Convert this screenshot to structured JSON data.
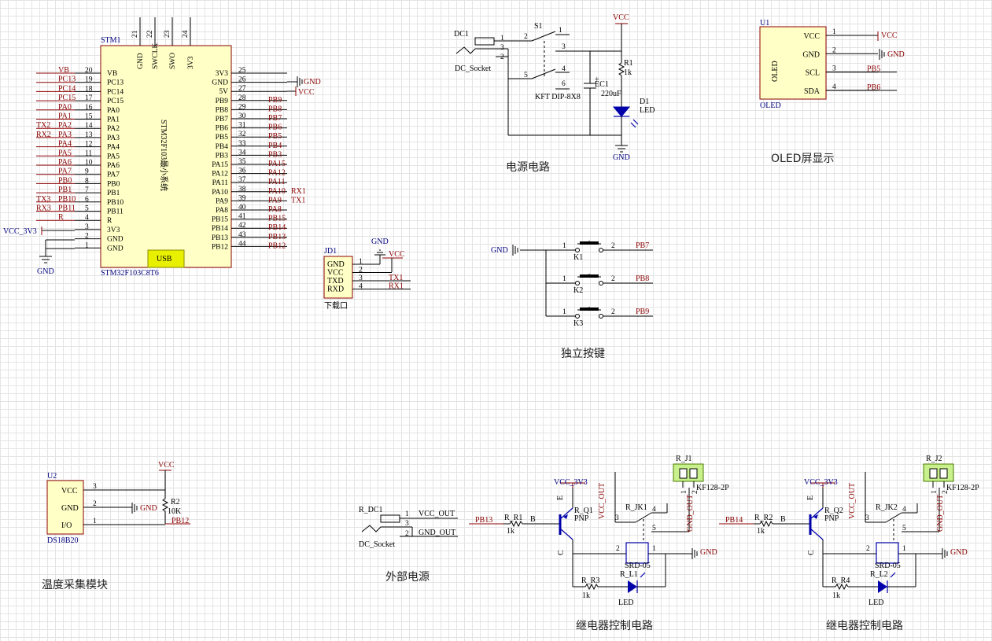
{
  "stm": {
    "designator": "STM1",
    "part": "STM32F103C8T6",
    "body_text": "STM32F103最小系统",
    "usb": "USB",
    "top_pins": [
      {
        "num": "21",
        "name": "GND"
      },
      {
        "num": "22",
        "name": "SWCLK"
      },
      {
        "num": "23",
        "name": "SWO"
      },
      {
        "num": "24",
        "name": "3V3"
      }
    ],
    "left_pins": [
      {
        "net": "VB",
        "num": "20",
        "name": "VB"
      },
      {
        "net": "PC13",
        "num": "19",
        "name": "PC13"
      },
      {
        "net": "PC14",
        "num": "18",
        "name": "PC14"
      },
      {
        "net": "PC15",
        "num": "17",
        "name": "PC15"
      },
      {
        "net": "PA0",
        "num": "16",
        "name": "PA0"
      },
      {
        "net": "PA1",
        "num": "15",
        "name": "PA1"
      },
      {
        "net": "PA2",
        "num": "14",
        "name": "PA2",
        "extra": "TX2"
      },
      {
        "net": "PA3",
        "num": "13",
        "name": "PA3",
        "extra": "RX2"
      },
      {
        "net": "PA4",
        "num": "12",
        "name": "PA4"
      },
      {
        "net": "PA5",
        "num": "11",
        "name": "PA5"
      },
      {
        "net": "PA6",
        "num": "10",
        "name": "PA6"
      },
      {
        "net": "PA7",
        "num": "9",
        "name": "PA7"
      },
      {
        "net": "PB0",
        "num": "8",
        "name": "PB0"
      },
      {
        "net": "PB1",
        "num": "7",
        "name": "PB1"
      },
      {
        "net": "PB10",
        "num": "6",
        "name": "PB10",
        "extra": "TX3"
      },
      {
        "net": "PB11",
        "num": "5",
        "name": "PB11",
        "extra": "RX3"
      },
      {
        "net": "R",
        "num": "4",
        "name": "R"
      },
      {
        "net": "",
        "num": "3",
        "name": "3V3"
      },
      {
        "net": "",
        "num": "2",
        "name": "GND"
      },
      {
        "net": "",
        "num": "1",
        "name": "GND"
      }
    ],
    "right_pins": [
      {
        "num": "25",
        "name": "3V3",
        "net": ""
      },
      {
        "num": "26",
        "name": "GND",
        "net": ""
      },
      {
        "num": "27",
        "name": "5V",
        "net": ""
      },
      {
        "num": "28",
        "name": "PB9",
        "net": "PB9"
      },
      {
        "num": "29",
        "name": "PB8",
        "net": "PB8"
      },
      {
        "num": "30",
        "name": "PB7",
        "net": "PB7"
      },
      {
        "num": "31",
        "name": "PB6",
        "net": "PB6"
      },
      {
        "num": "32",
        "name": "PB5",
        "net": "PB5"
      },
      {
        "num": "33",
        "name": "PB4",
        "net": "PB4"
      },
      {
        "num": "34",
        "name": "PB3",
        "net": "PB3"
      },
      {
        "num": "35",
        "name": "PA15",
        "net": "PA15"
      },
      {
        "num": "36",
        "name": "PA12",
        "net": "PA12"
      },
      {
        "num": "37",
        "name": "PA11",
        "net": "PA11"
      },
      {
        "num": "38",
        "name": "PA10",
        "net": "PA10",
        "extra": "RX1"
      },
      {
        "num": "39",
        "name": "PA9",
        "net": "PA9",
        "extra": "TX1"
      },
      {
        "num": "40",
        "name": "PA8",
        "net": "PA8"
      },
      {
        "num": "41",
        "name": "PB15",
        "net": "PB15"
      },
      {
        "num": "42",
        "name": "PB14",
        "net": "PB14"
      },
      {
        "num": "43",
        "name": "PB13",
        "net": "PB13"
      },
      {
        "num": "44",
        "name": "PB12",
        "net": "PB12"
      }
    ],
    "gnd_label": "GND",
    "vcc_label": "VCC",
    "vcc3v3_label": "VCC_3V3",
    "gnd_bottom_label": "GND"
  },
  "power": {
    "caption": "电源电路",
    "dc1": "DC1",
    "dc_socket": "DC_Socket",
    "s1": "S1",
    "switch_part": "KFT DIP-8X8",
    "vcc": "VCC",
    "r1": "R1",
    "r1_value": "1k",
    "ec1": "EC1",
    "ec1_value": "220uF",
    "d1": "D1",
    "d1_value": "LED",
    "gnd": "GND",
    "pins": [
      "1",
      "3",
      "2",
      "2",
      "1",
      "3",
      "4",
      "5",
      "6"
    ]
  },
  "oled": {
    "caption": "OLED屏显示",
    "designator": "U1",
    "body_text": "OLED",
    "part": "OLED",
    "pins": [
      {
        "num": "1",
        "name": "VCC",
        "net": "VCC"
      },
      {
        "num": "2",
        "name": "GND",
        "net": "GND"
      },
      {
        "num": "3",
        "name": "SCL",
        "net": "PB5"
      },
      {
        "num": "4",
        "name": "SDA",
        "net": "PB6"
      }
    ]
  },
  "jd1": {
    "designator": "JD1",
    "part": "下载口",
    "gnd": "GND",
    "vcc": "VCC",
    "pins": [
      {
        "num": "1",
        "name": "GND",
        "net": ""
      },
      {
        "num": "2",
        "name": "VCC",
        "net": ""
      },
      {
        "num": "3",
        "name": "TXD",
        "net": "TX1"
      },
      {
        "num": "4",
        "name": "RXD",
        "net": "RX1"
      }
    ]
  },
  "keys": {
    "caption": "独立按键",
    "gnd": "GND",
    "items": [
      {
        "name": "K1",
        "net": "PB7",
        "p1": "1",
        "p2": "2"
      },
      {
        "name": "K2",
        "net": "PB8",
        "p1": "1",
        "p2": "2"
      },
      {
        "name": "K3",
        "net": "PB9",
        "p1": "1",
        "p2": "2"
      }
    ]
  },
  "temp": {
    "caption": "温度采集模块",
    "designator": "U2",
    "part": "DS18B20",
    "vcc": "VCC",
    "gnd": "GND",
    "r2": "R2",
    "r2_value": "10K",
    "net": "PB12",
    "pins": [
      {
        "num": "3",
        "name": "VCC"
      },
      {
        "num": "2",
        "name": "GND"
      },
      {
        "num": "1",
        "name": "I/O"
      }
    ]
  },
  "ext_power": {
    "caption": "外部电源",
    "designator": "R_DC1",
    "part": "DC_Socket",
    "pins": [
      "1",
      "3",
      "2"
    ],
    "vcc_out": "VCC_OUT",
    "gnd_out": "GND_OUT"
  },
  "relays": [
    {
      "caption": "继电器控制电路",
      "input_net": "PB13",
      "r_base": "R_R1",
      "r_base_value": "1k",
      "b": "B",
      "e": "E",
      "c": "C",
      "vcc": "VCC_3V3",
      "q": "R_Q1",
      "q_type": "PNP",
      "jk": "R_JK1",
      "relay_part": "SRD-05",
      "r_led": "R_R3",
      "r_led_value": "1k",
      "led": "R_L1",
      "led_value": "LED",
      "j": "R_J1",
      "j_part": "KF128-2P",
      "vcc_out": "VCC_OUT",
      "gnd_out": "GND_OUT",
      "gnd": "GND",
      "pins": [
        "1",
        "2",
        "3",
        "4",
        "5",
        "1",
        "2"
      ]
    },
    {
      "caption": "继电器控制电路",
      "input_net": "PB14",
      "r_base": "R_R2",
      "r_base_value": "1k",
      "b": "B",
      "e": "E",
      "c": "C",
      "vcc": "VCC_3V3",
      "q": "R_Q2",
      "q_type": "PNP",
      "jk": "R_JK2",
      "relay_part": "SRD-05",
      "r_led": "R_R4",
      "r_led_value": "1k",
      "led": "R_L2",
      "led_value": "LED",
      "j": "R_J2",
      "j_part": "KF128-2P",
      "vcc_out": "VCC_OUT",
      "gnd_out": "GND_OUT",
      "gnd": "GND",
      "pins": [
        "1",
        "2",
        "3",
        "4",
        "5",
        "1",
        "2"
      ]
    }
  ]
}
